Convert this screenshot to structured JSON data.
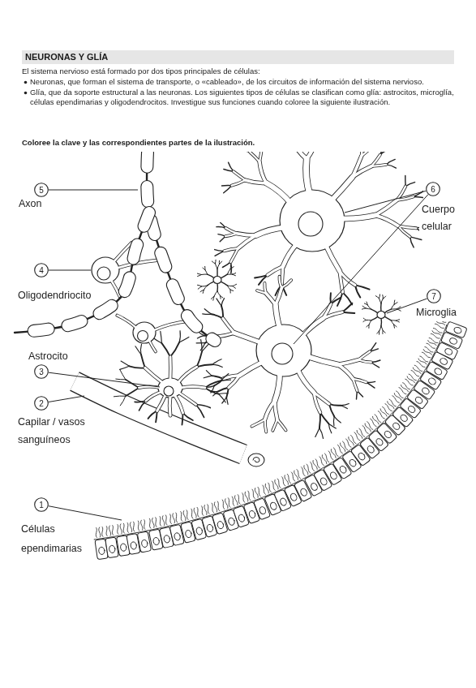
{
  "diagram": {
    "title": "NEURONAS Y GLÍA",
    "nodes": [
      {
        "text": [
          "5"
        ]
      },
      {
        "text": [
          "6"
        ]
      },
      {
        "text": [
          "4"
        ]
      },
      {
        "text": [
          "7"
        ]
      },
      {
        "text": [
          "3"
        ]
      },
      {
        "text": [
          "2"
        ]
      },
      {
        "text": [
          "1"
        ]
      }
    ],
    "labels": [
      "El sistema nervioso está formado por dos tipos principales de células:",
      "Neuronas, que forman el sistema de transporte, o «cableado», de los circuitos de información del sistema nervioso.",
      "Glía, que da soporte estructural a las neuronas. Los siguientes tipos de células se clasifican como glía: astrocitos, microglía, células ependimarias y oligodendrocitos. Investigue sus funciones cuando coloree la siguiente ilustración.",
      "Coloree la clave y las correspondientes partes de la ilustración.",
      "Axon",
      "Cuerpo celular",
      "Oligodendriocito",
      "Microglia",
      "Astrocito",
      "Capilar / vasos sanguíneos",
      "Células ependimarias"
    ]
  }
}
